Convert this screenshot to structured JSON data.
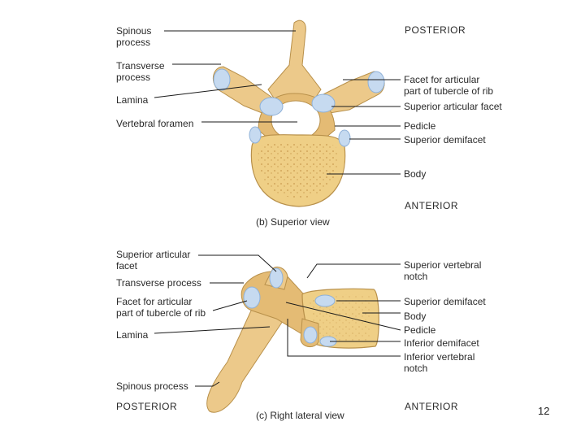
{
  "slide": {
    "page_number": "12"
  },
  "superior_view": {
    "caption": "(b) Superior view",
    "posterior": "POSTERIOR",
    "anterior": "ANTERIOR",
    "labels_left": {
      "spinous_line1": "Spinous",
      "spinous_line2": "process",
      "transverse_line1": "Transverse",
      "transverse_line2": "process",
      "lamina": "Lamina",
      "vertebral_foramen": "Vertebral foramen"
    },
    "labels_right": {
      "facet_line1": "Facet for articular",
      "facet_line2": "part of tubercle of rib",
      "superior_articular_facet": "Superior articular facet",
      "pedicle": "Pedicle",
      "superior_demifacet": "Superior demifacet",
      "body": "Body"
    }
  },
  "lateral_view": {
    "caption": "(c) Right lateral view",
    "posterior": "POSTERIOR",
    "anterior": "ANTERIOR",
    "labels_left": {
      "sup_articular_line1": "Superior articular",
      "sup_articular_line2": "facet",
      "transverse_process": "Transverse process",
      "facet_line1": "Facet for articular",
      "facet_line2": "part of tubercle of rib",
      "lamina": "Lamina",
      "spinous_process": "Spinous process"
    },
    "labels_right": {
      "sup_vertebral_line1": "Superior vertebral",
      "sup_vertebral_line2": "notch",
      "superior_demifacet": "Superior demifacet",
      "body": "Body",
      "pedicle": "Pedicle",
      "inferior_demifacet": "Inferior demifacet",
      "inf_vertebral_line1": "Inferior vertebral",
      "inf_vertebral_line2": "notch"
    }
  },
  "colors": {
    "bone": "#ecc98a",
    "bone_shade": "#d9ad62",
    "body_fill": "#efcf86",
    "cartilage": "#c6daf0",
    "line": "#1a1a1a"
  }
}
